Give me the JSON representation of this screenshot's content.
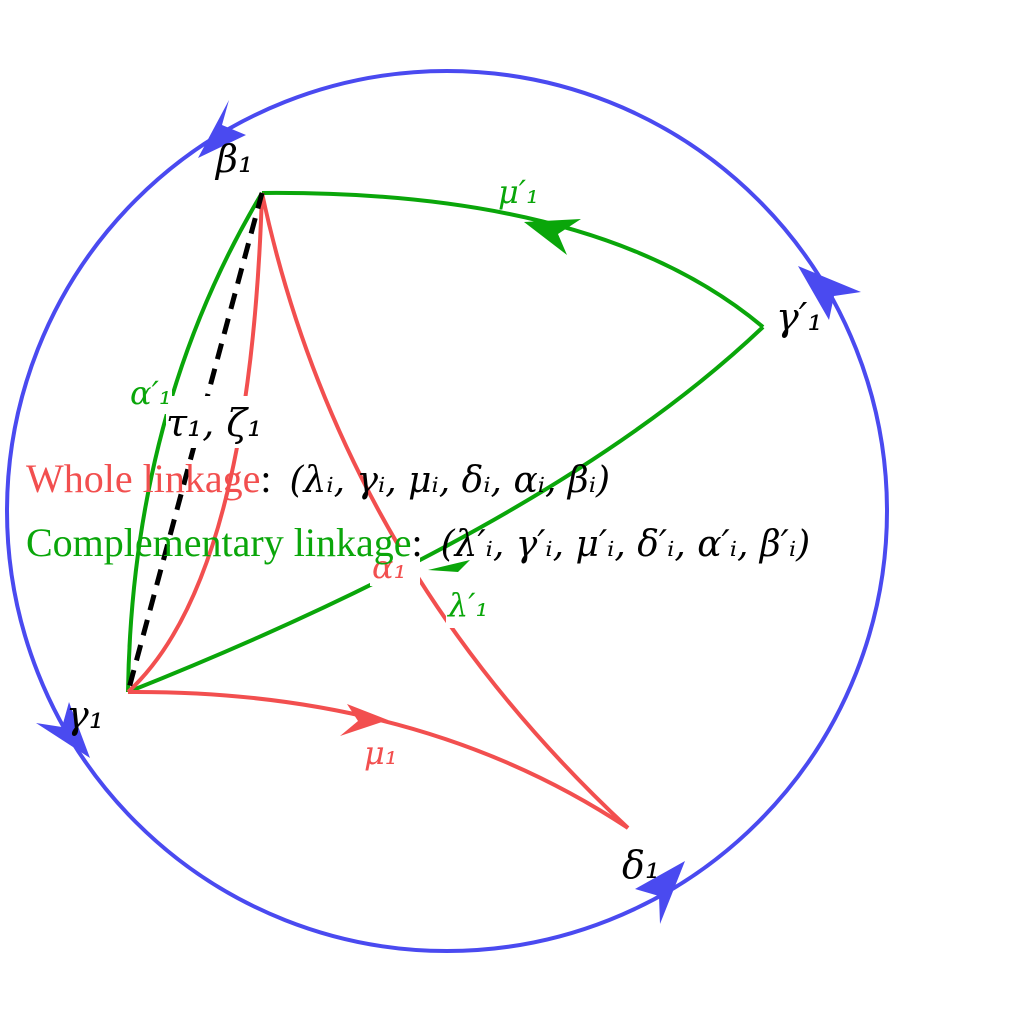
{
  "colors": {
    "circle": "#4a4af0",
    "red": "#f24f4f",
    "green": "#0aa60a",
    "black": "#000000"
  },
  "labels": {
    "beta1": "β₁",
    "gamma1": "γ₁",
    "gamma1_prime": "γ′₁",
    "delta1": "δ₁",
    "mu1": "μ₁",
    "mu1_prime": "μ′₁",
    "alpha1": "α₁",
    "alpha1_prime": "α′₁",
    "lambda1_prime": "λ′₁",
    "tau_zeta": "τ₁, ζ₁"
  },
  "legend": {
    "whole_name": "Whole linkage",
    "whole_colon": ":",
    "whole_tuple": "(λᵢ, γᵢ, μᵢ, δᵢ, αᵢ, βᵢ)",
    "comp_name": "Complementary linkage",
    "comp_colon": ":",
    "comp_tuple": "(λ′ᵢ, γ′ᵢ, μ′ᵢ, δ′ᵢ, α′ᵢ, β′ᵢ)"
  }
}
